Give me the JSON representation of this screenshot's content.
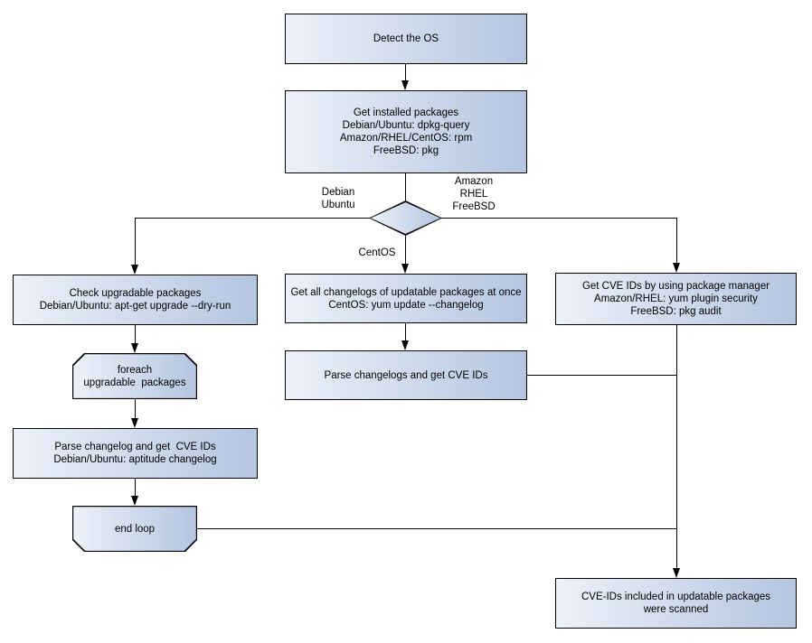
{
  "colors": {
    "node_fill_light": "#edf1f9",
    "node_fill_dark": "#b3c5e0",
    "node_border": "#000000",
    "line_color": "#000000",
    "text_color": "#000000",
    "bg": "#ffffff"
  },
  "nodes": {
    "detect_os": {
      "label": "Detect the OS"
    },
    "get_installed_packages": {
      "label": "Get installed packages\nDebian/Ubuntu: dpkg-query\nAmazon/RHEL/CentOS: rpm\nFreeBSD: pkg"
    },
    "check_upgradable": {
      "label": "Check upgradable packages\nDebian/Ubuntu: apt-get upgrade --dry-run"
    },
    "foreach_loop": {
      "label": "foreach\nupgradable  packages"
    },
    "parse_changelog": {
      "label": "Parse changelog and get  CVE IDs\nDebian/Ubuntu: aptitude changelog"
    },
    "end_loop": {
      "label": "end loop"
    },
    "get_all_changelogs": {
      "label": "Get all changelogs of updatable packages at once\nCentOS: yum update --changelog"
    },
    "parse_changelogs": {
      "label": "Parse changelogs and get CVE IDs"
    },
    "get_cve_ids_pm": {
      "label": "Get CVE IDs by using package manager\nAmazon/RHEL: yum plugin security\nFreeBSD: pkg audit"
    },
    "scanned_result": {
      "label": "CVE-IDs included in updatable packages\nwere scanned"
    }
  },
  "edge_labels": {
    "debian_ubuntu": "Debian\nUbuntu",
    "amazon_rhel_freebsd": "Amazon\nRHEL\nFreeBSD",
    "centos": "CentOS"
  }
}
